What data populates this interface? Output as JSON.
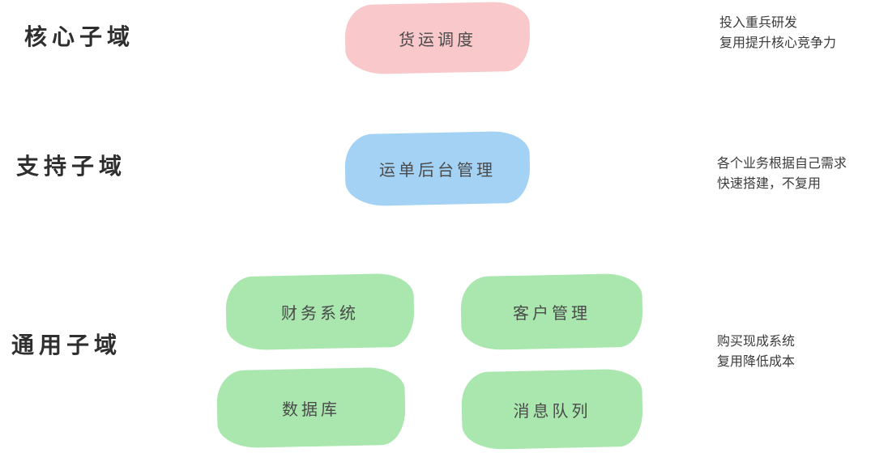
{
  "diagram": {
    "rows": [
      {
        "label": "核心子域",
        "boxes": [
          {
            "text": "货运调度"
          }
        ],
        "note_lines": [
          "投入重兵研发",
          "复用提升核心竞争力"
        ]
      },
      {
        "label": "支持子域",
        "boxes": [
          {
            "text": "运单后台管理"
          }
        ],
        "note_lines": [
          "各个业务根据自己需求",
          "快速搭建，不复用"
        ]
      },
      {
        "label": "通用子域",
        "boxes": [
          {
            "text": "财务系统"
          },
          {
            "text": "客户管理"
          },
          {
            "text": "数据库"
          },
          {
            "text": "消息队列"
          }
        ],
        "note_lines": [
          "购买现成系统",
          "复用降低成本"
        ]
      }
    ],
    "colors": {
      "core_box": "#f9c8cb",
      "support_box": "#a4d2f5",
      "generic_box": "#a9e7ae",
      "box_text": "#4a4a4a",
      "label_text": "#2e2e2e",
      "note_text": "#3b3b3b",
      "background": "#ffffff"
    }
  }
}
